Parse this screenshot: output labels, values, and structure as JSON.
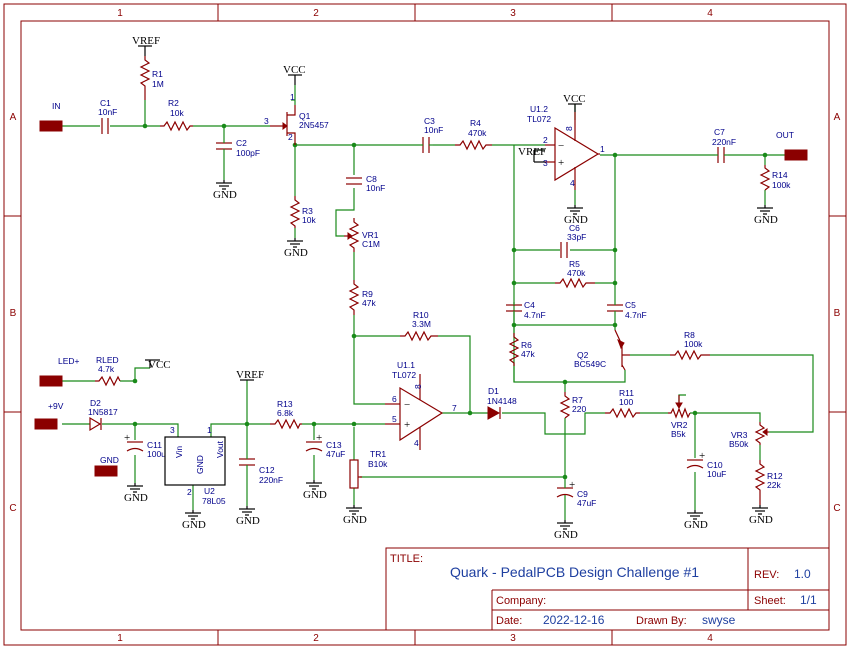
{
  "frame": {
    "cols": [
      "1",
      "2",
      "3",
      "4"
    ],
    "rows": [
      "A",
      "B",
      "C"
    ]
  },
  "ports": {
    "in": "IN",
    "out": "OUT",
    "led": "LED+",
    "p9v": "+9V",
    "gnd": "GND"
  },
  "power": {
    "vref": "VREF",
    "vcc": "VCC",
    "gnd": "GND"
  },
  "components": {
    "C1": {
      "ref": "C1",
      "value": "10nF"
    },
    "R1": {
      "ref": "R1",
      "value": "1M"
    },
    "R2": {
      "ref": "R2",
      "value": "10k"
    },
    "C2": {
      "ref": "C2",
      "value": "100pF"
    },
    "Q1": {
      "ref": "Q1",
      "value": "2N5457"
    },
    "R3": {
      "ref": "R3",
      "value": "10k"
    },
    "C3": {
      "ref": "C3",
      "value": "10nF"
    },
    "R4": {
      "ref": "R4",
      "value": "470k"
    },
    "C8": {
      "ref": "C8",
      "value": "10nF"
    },
    "VR1": {
      "ref": "VR1",
      "value": "C1M"
    },
    "R9": {
      "ref": "R9",
      "value": "47k"
    },
    "U1_2": {
      "ref": "U1.2",
      "value": "TL072"
    },
    "C7": {
      "ref": "C7",
      "value": "220nF"
    },
    "R14": {
      "ref": "R14",
      "value": "100k"
    },
    "C6": {
      "ref": "C6",
      "value": "33pF"
    },
    "R5": {
      "ref": "R5",
      "value": "470k"
    },
    "C4": {
      "ref": "C4",
      "value": "4.7nF"
    },
    "C5": {
      "ref": "C5",
      "value": "4.7nF"
    },
    "R6": {
      "ref": "R6",
      "value": "47k"
    },
    "Q2": {
      "ref": "Q2",
      "value": "BC549C"
    },
    "R8": {
      "ref": "R8",
      "value": "100k"
    },
    "R10": {
      "ref": "R10",
      "value": "3.3M"
    },
    "U1_1": {
      "ref": "U1.1",
      "value": "TL072"
    },
    "D1": {
      "ref": "D1",
      "value": "1N4148"
    },
    "R7": {
      "ref": "R7",
      "value": "220"
    },
    "R11": {
      "ref": "R11",
      "value": "100"
    },
    "VR2": {
      "ref": "VR2",
      "value": "B5k"
    },
    "VR3": {
      "ref": "VR3",
      "value": "B50k"
    },
    "C10": {
      "ref": "C10",
      "value": "10uF"
    },
    "R12": {
      "ref": "R12",
      "value": "22k"
    },
    "RLED": {
      "ref": "RLED",
      "value": "4.7k"
    },
    "D2": {
      "ref": "D2",
      "value": "1N5817"
    },
    "C11": {
      "ref": "C11",
      "value": "100u"
    },
    "U2": {
      "ref": "U2",
      "value": "78L05"
    },
    "R13": {
      "ref": "R13",
      "value": "6.8k"
    },
    "C12": {
      "ref": "C12",
      "value": "220nF"
    },
    "C13": {
      "ref": "C13",
      "value": "47uF"
    },
    "TR1": {
      "ref": "TR1",
      "value": "B10k"
    },
    "C9": {
      "ref": "C9",
      "value": "47uF"
    }
  },
  "pins": {
    "q1_d": "1",
    "q1_g": "3",
    "q1_s": "2",
    "u12_8": "8",
    "u12_minus": "2",
    "u12_plus": "3",
    "u12_out": "1",
    "u12_4": "4",
    "u11_8": "8",
    "u11_minus": "6",
    "u11_plus": "5",
    "u11_out": "7",
    "u11_4": "4",
    "u2_vin_pin": "3",
    "u2_vout_pin": "1",
    "u2_gnd_pin": "2",
    "u2_vin": "Vin",
    "u2_vout": "Vout",
    "u2_gnd": "GND"
  },
  "title_block": {
    "title_label": "TITLE:",
    "title": "Quark - PedalPCB Design Challenge #1",
    "rev_label": "REV:",
    "rev": "1.0",
    "company_label": "Company:",
    "company": "",
    "sheet_label": "Sheet:",
    "sheet": "1/1",
    "date_label": "Date:",
    "date": "2022-12-16",
    "drawn_label": "Drawn By:",
    "drawn_by": "swyse"
  }
}
